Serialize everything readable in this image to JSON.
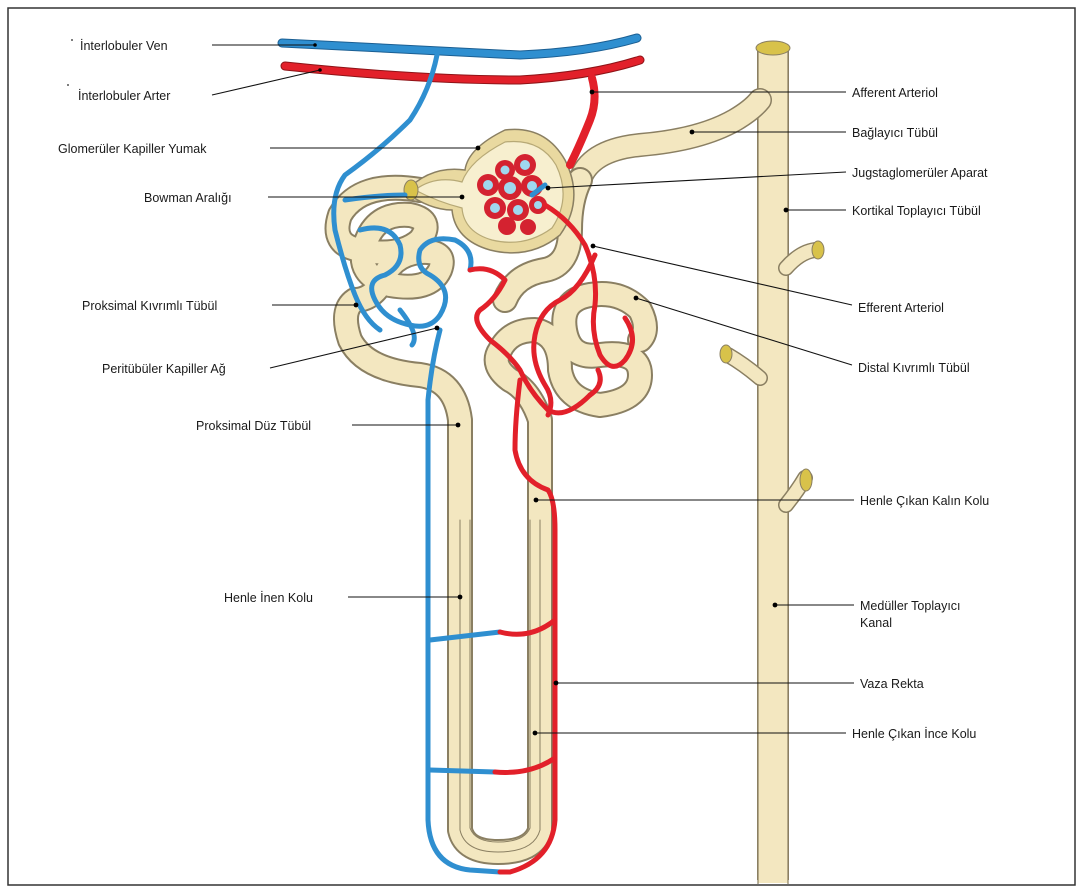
{
  "labels_left": [
    {
      "id": "interlobuler-ven",
      "text": "İnterlobuler Ven"
    },
    {
      "id": "interlobuler-arter",
      "text": "İnterlobuler Arter"
    },
    {
      "id": "glomeruler-kapiller-yumak",
      "text": "Glomerüler Kapiller Yumak"
    },
    {
      "id": "bowman-araligi",
      "text": "Bowman Aralığı"
    },
    {
      "id": "proksimal-kivrimli-tubul",
      "text": "Proksimal Kıvrımlı Tübül"
    },
    {
      "id": "peritubuler-kapiller-ag",
      "text": "Peritübüler Kapiller Ağ"
    },
    {
      "id": "proksimal-duz-tubul",
      "text": "Proksimal Düz Tübül"
    },
    {
      "id": "henle-inen-kolu",
      "text": "Henle İnen Kolu"
    }
  ],
  "labels_right": [
    {
      "id": "afferent-arteriol",
      "text": "Afferent Arteriol"
    },
    {
      "id": "baglayici-tubul",
      "text": "Bağlayıcı Tübül"
    },
    {
      "id": "jugstaglomeruler-aparat",
      "text": "Jugstaglomerüler Aparat"
    },
    {
      "id": "kortikal-toplayici-tubul",
      "text": "Kortikal Toplayıcı Tübül"
    },
    {
      "id": "efferent-arteriol",
      "text": "Efferent Arteriol"
    },
    {
      "id": "distal-kivrimli-tubul",
      "text": "Distal Kıvrımlı Tübül"
    },
    {
      "id": "henle-cikan-kalin-kolu",
      "text": "Henle Çıkan Kalın Kolu"
    },
    {
      "id": "medullar-toplayici-kanal-1",
      "text": "Medüller Toplayıcı"
    },
    {
      "id": "medullar-toplayici-kanal-2",
      "text": "Kanal"
    },
    {
      "id": "vaza-rekta",
      "text": "Vaza Rekta"
    },
    {
      "id": "henle-cikan-ince-kolu",
      "text": "Henle Çıkan İnce Kolu"
    }
  ],
  "colors": {
    "tubule_fill": "#f3e7c0",
    "tubule_stroke": "#8a7f62",
    "vein": "#2f8fd0",
    "artery": "#e2202a",
    "glomerulus_center": "#9fd8ef",
    "duct_opening": "#d8c24a",
    "frame": "#333333"
  }
}
